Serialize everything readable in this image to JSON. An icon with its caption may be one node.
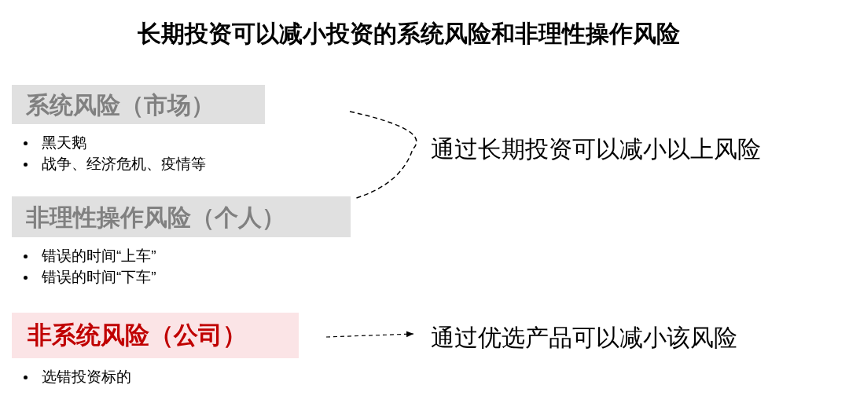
{
  "diagram": {
    "title": "长期投资可以减小投资的系统风险和非理性操作风险",
    "nodes": [
      {
        "text": [
          "系统风险（市场）"
        ],
        "beside": [
          "黑天鹅",
          "战争、经济危机、疫情等"
        ]
      },
      {
        "text": [
          "非理性操作风险（个人）"
        ],
        "beside": [
          "错误的时间“上车”",
          "错误的时间“下车”"
        ]
      },
      {
        "text": [
          "非系统风险（公司）"
        ],
        "beside": [
          "选错投资标的"
        ]
      },
      {
        "text": [
          "通过长期投资可以减小以上风险"
        ]
      },
      {
        "text": [
          "通过优选产品可以减小该风险"
        ]
      }
    ],
    "edges": [
      {
        "from": 2,
        "to": 4,
        "arrow": "to",
        "style": "dashed"
      }
    ]
  }
}
